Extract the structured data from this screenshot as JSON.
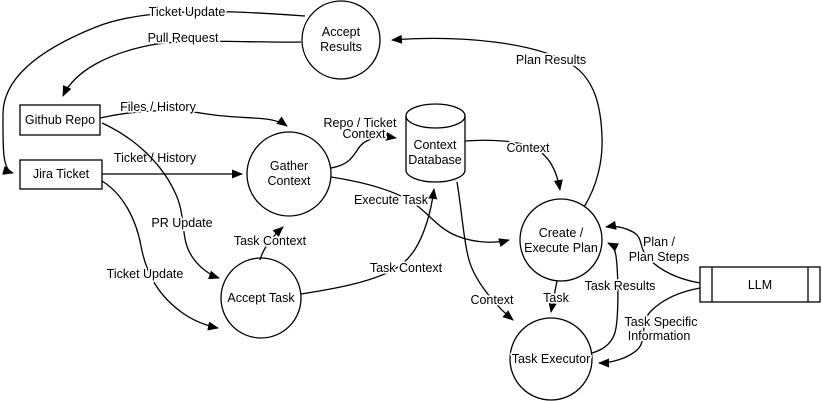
{
  "diagram": {
    "type": "data-flow-diagram",
    "background_color": "#ffffff",
    "stroke_color": "#000000",
    "text_color": "#000000",
    "nodes": {
      "accept_results": {
        "shape": "circle",
        "label": "Accept Results",
        "line1": "Accept",
        "line2": "Results"
      },
      "github_repo": {
        "shape": "rectangle",
        "label": "Github Repo"
      },
      "jira_ticket": {
        "shape": "rectangle",
        "label": "Jira Ticket"
      },
      "gather_context": {
        "shape": "circle",
        "label": "Gather Context",
        "line1": "Gather",
        "line2": "Context"
      },
      "context_database": {
        "shape": "cylinder",
        "label": "Context Database",
        "line1": "Context",
        "line2": "Database"
      },
      "create_execute_plan": {
        "shape": "circle",
        "label": "Create / Execute Plan",
        "line1": "Create /",
        "line2": "Execute Plan"
      },
      "accept_task": {
        "shape": "circle",
        "label": "Accept Task"
      },
      "task_executor": {
        "shape": "circle",
        "label": "Task Executor"
      },
      "llm": {
        "shape": "predefined-process",
        "label": "LLM"
      }
    },
    "edges": [
      {
        "from": "accept_results",
        "to": "jira_ticket",
        "label": "Ticket Update"
      },
      {
        "from": "accept_results",
        "to": "github_repo",
        "label": "Pull Request"
      },
      {
        "from": "github_repo",
        "to": "gather_context",
        "label": "Files / History"
      },
      {
        "from": "jira_ticket",
        "to": "gather_context",
        "label": "Ticket / History"
      },
      {
        "from": "github_repo",
        "to": "accept_task",
        "label": "PR Update"
      },
      {
        "from": "jira_ticket",
        "to": "accept_task",
        "label": "Ticket Update"
      },
      {
        "from": "accept_task",
        "to": "gather_context",
        "label": "Task Context"
      },
      {
        "from": "gather_context",
        "to": "context_database",
        "label": "Repo / Ticket Context",
        "line1": "Repo / Ticket",
        "line2": "Context"
      },
      {
        "from": "gather_context",
        "to": "create_execute_plan",
        "label": "Execute Task"
      },
      {
        "from": "accept_task",
        "to": "context_database",
        "label": "Task Context"
      },
      {
        "from": "context_database",
        "to": "create_execute_plan",
        "label": "Context"
      },
      {
        "from": "context_database",
        "to": "task_executor",
        "label": "Context"
      },
      {
        "from": "create_execute_plan",
        "to": "task_executor",
        "label": "Task"
      },
      {
        "from": "create_execute_plan",
        "to": "accept_results",
        "label": "Plan Results"
      },
      {
        "from": "llm",
        "to": "create_execute_plan",
        "label": "Plan / Plan Steps",
        "line1": "Plan /",
        "line2": "Plan Steps"
      },
      {
        "from": "task_executor",
        "to": "create_execute_plan",
        "label": "Task Results"
      },
      {
        "from": "llm",
        "to": "task_executor",
        "label": "Task Specific Information",
        "line1": "Task Specific",
        "line2": "Information"
      }
    ]
  }
}
